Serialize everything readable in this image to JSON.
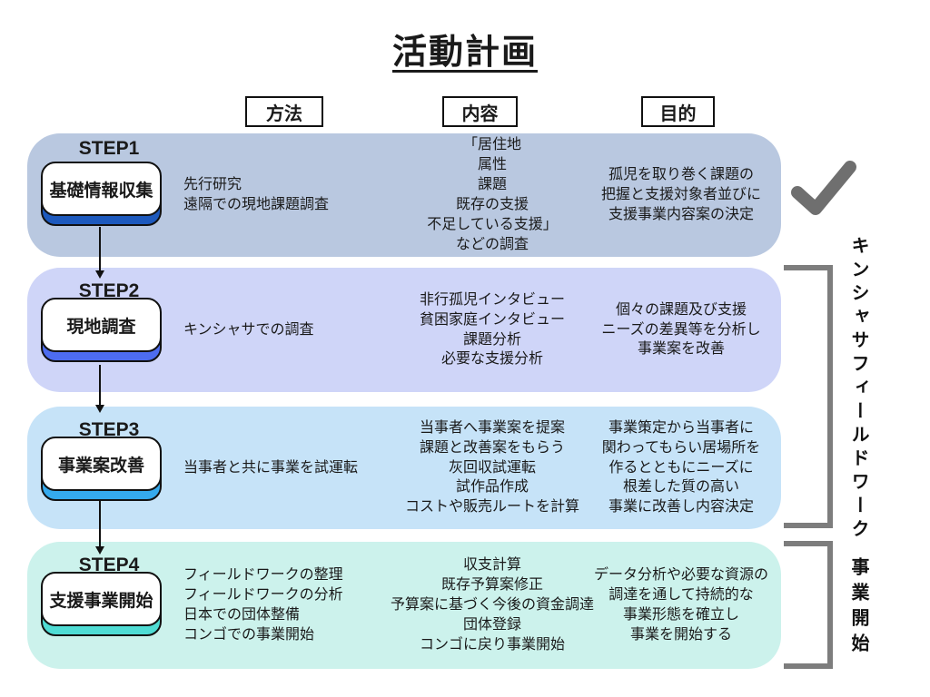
{
  "title": "活動計画",
  "column_headers": [
    {
      "label": "方法"
    },
    {
      "label": "内容"
    },
    {
      "label": "目的"
    }
  ],
  "steps": [
    {
      "label": "STEP1",
      "name": "基礎情報収集",
      "method": "先行研究\n遠隔での現地課題調査",
      "content": "「居住地\n属性\n課題\n既存の支援\n不足している支援」\nなどの調査",
      "purpose": "孤児を取り巻く課題の\n把握と支援対象者並びに\n支援事業内容案の決定",
      "colors": {
        "row": "#b9c8e0",
        "accent": "#1d59bd"
      }
    },
    {
      "label": "STEP2",
      "name": "現地調査",
      "method": "キンシャサでの調査",
      "content": "非行孤児インタビュー\n貧困家庭インタビュー\n課題分析\n必要な支援分析",
      "purpose": "個々の課題及び支援\nニーズの差異等を分析し\n事業案を改善",
      "colors": {
        "row": "#cfd5f8",
        "accent": "#4d6cf0"
      }
    },
    {
      "label": "STEP3",
      "name": "事業案改善",
      "method": "当事者と共に事業を試運転",
      "content": "当事者へ事業案を提案\n課題と改善案をもらう\n灰回収試運転\n試作品作成\nコストや販売ルートを計算",
      "purpose": "事業策定から当事者に\n関わってもらい居場所を\n作るとともにニーズに\n根差した質の高い\n事業に改善し内容決定",
      "colors": {
        "row": "#c6e3f8",
        "accent": "#35aaee"
      }
    },
    {
      "label": "STEP4",
      "name": "支援事業開始",
      "method": "フィールドワークの整理\nフィールドワークの分析\n日本での団体整備\nコンゴでの事業開始",
      "content": "収支計算\n既存予算案修正\n予算案に基づく今後の資金調達\n団体登録\nコンゴに戻り事業開始",
      "purpose": "データ分析や必要な資源の\n調達を通して持続的な\n事業形態を確立し\n事業を開始する",
      "colors": {
        "row": "#ccf2ec",
        "accent": "#4fdcd4"
      }
    }
  ],
  "annotations": {
    "check_icon": "checkmark",
    "check_color": "#6f6f6f",
    "bracket_color": "#7d7d7d",
    "fieldwork_label": "キンシャサフィールドワーク",
    "business_label": "事業開始"
  }
}
